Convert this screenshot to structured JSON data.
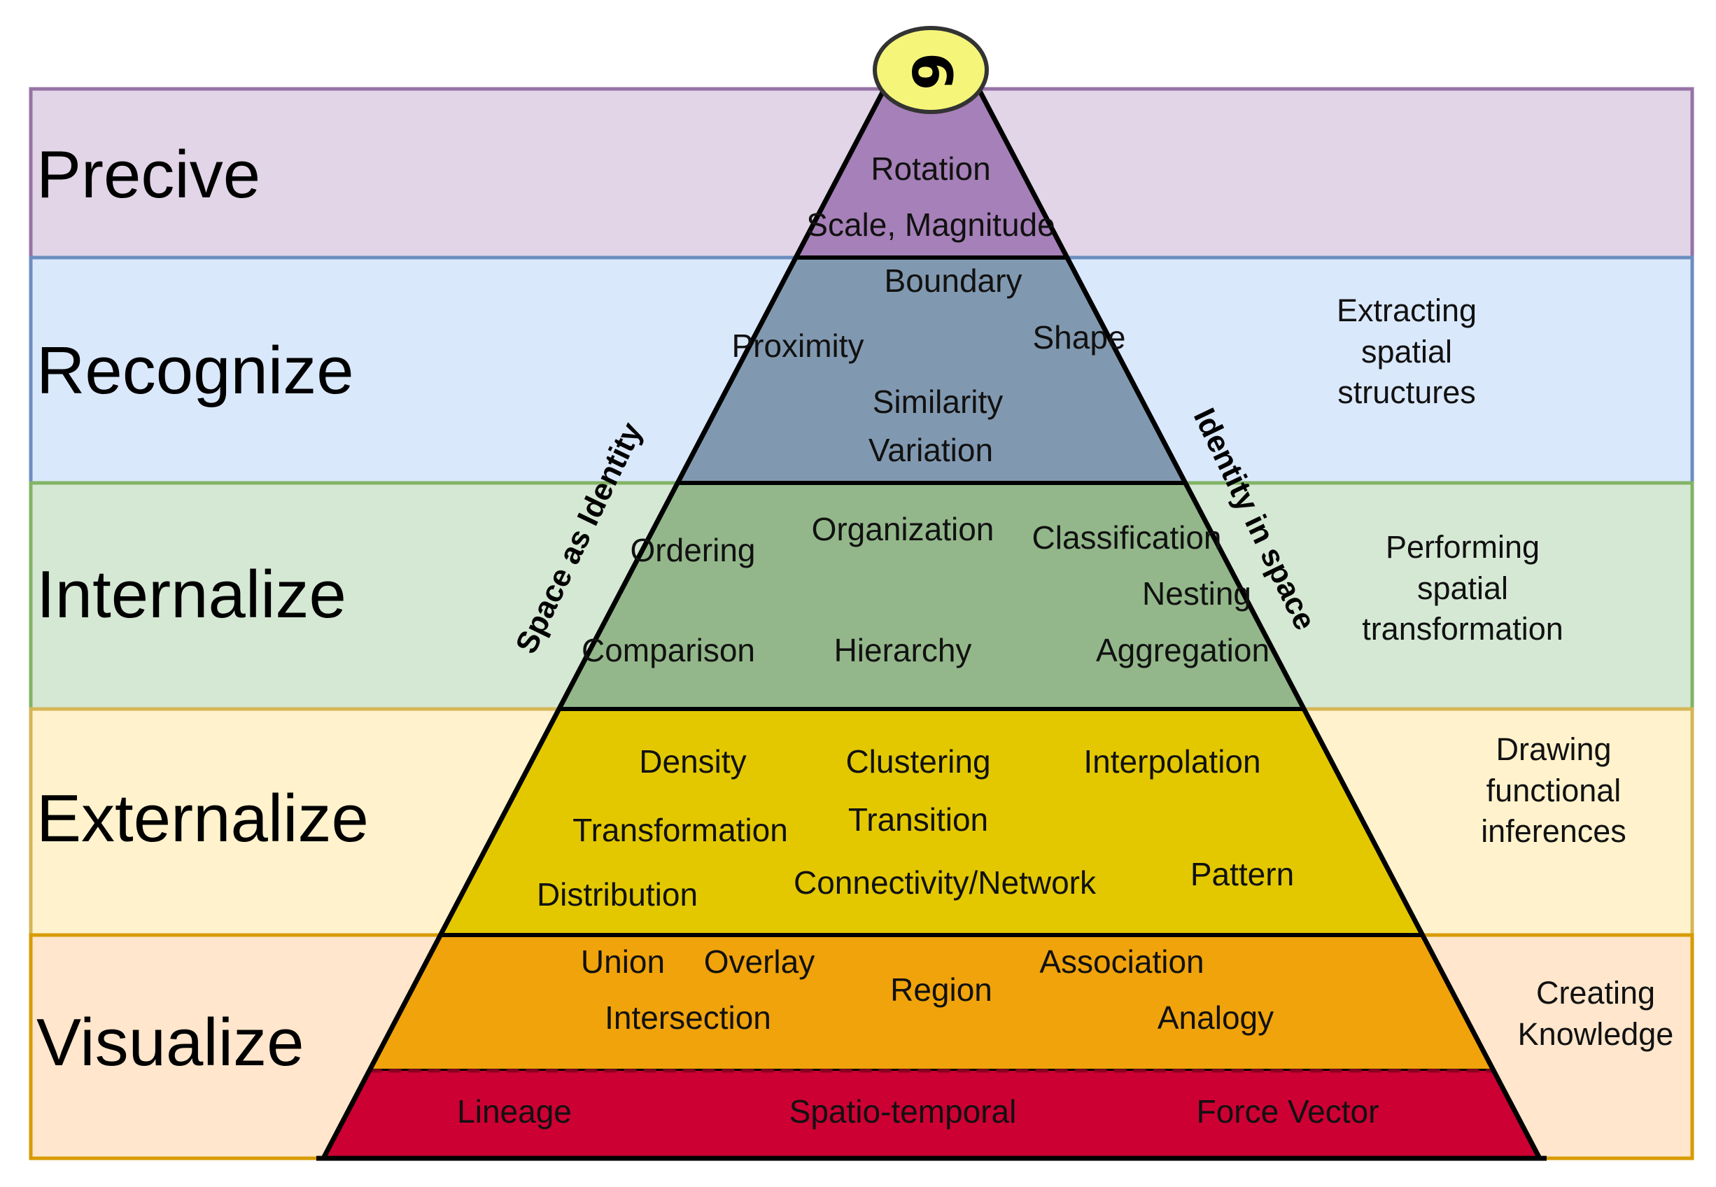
{
  "badge": {
    "label": "6",
    "fill": "#f5f57a"
  },
  "bands": [
    {
      "label": "Precive",
      "fill": "#e1d5e7",
      "stroke": "#9673a6",
      "description": ""
    },
    {
      "label": "Recognize",
      "fill": "#dae8fc",
      "stroke": "#6c8ebf",
      "description": "Extracting\nspatial\nstructures"
    },
    {
      "label": "Internalize",
      "fill": "#d5e8d4",
      "stroke": "#82b366",
      "description": "Performing\nspatial\ntransformation"
    },
    {
      "label": "Externalize",
      "fill": "#fff2cc",
      "stroke": "#d6b656",
      "description": "Drawing\nfunctional\ninferences"
    },
    {
      "label": "Visualize",
      "fill": "#ffe6cc",
      "stroke": "#d79b00",
      "description": "Creating\nKnowledge"
    }
  ],
  "pyramid": {
    "levels": [
      {
        "fill": "#a680b8",
        "items": [
          "Rotation",
          "Scale, Magnitude"
        ]
      },
      {
        "fill": "#8199b0",
        "items": [
          "Boundary",
          "Proximity",
          "Shape",
          "Similarity",
          "Variation"
        ]
      },
      {
        "fill": "#93b78a",
        "items": [
          "Organization",
          "Ordering",
          "Classification",
          "Nesting",
          "Comparison",
          "Hierarchy",
          "Aggregation"
        ]
      },
      {
        "fill": "#e3c800",
        "items": [
          "Density",
          "Clustering",
          "Interpolation",
          "Transformation",
          "Transition",
          "Distribution",
          "Connectivity/Network",
          "Pattern"
        ]
      },
      {
        "fill": "#f0a30a",
        "items": [
          "Union",
          "Overlay",
          "Association",
          "Region",
          "Intersection",
          "Analogy"
        ]
      },
      {
        "fill": "#cc0033",
        "items": [
          "Lineage",
          "Spatio-temporal",
          "Force Vector"
        ]
      }
    ],
    "left_side_label": "Space as Identity",
    "right_side_label": "Identity in space"
  }
}
